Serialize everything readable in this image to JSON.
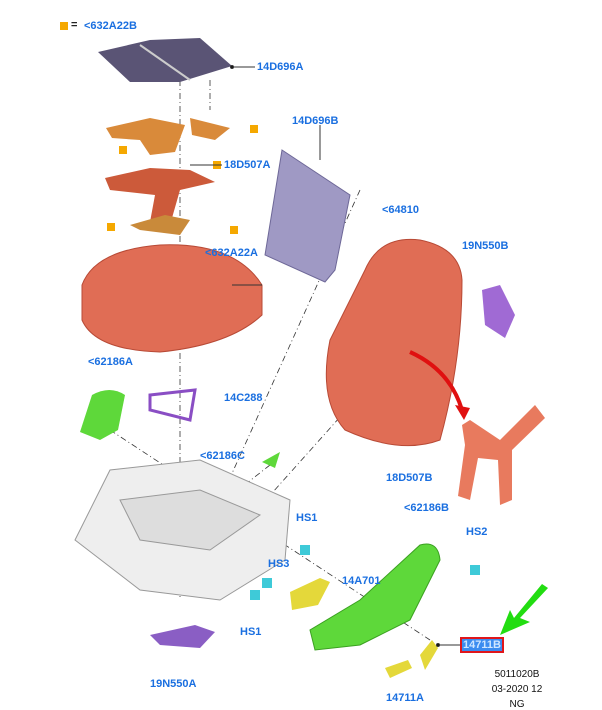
{
  "legend": {
    "symbol": "orange-square",
    "equals": "=",
    "label": "<632A22B"
  },
  "callouts": {
    "c14D696A": "14D696A",
    "c14D696B": "14D696B",
    "c18D507A": "18D507A",
    "c632A22A": "<632A22A",
    "c64810": "<64810",
    "c19N550B": "19N550B",
    "c62186A": "<62186A",
    "c14C288": "14C288",
    "c62186C": "<62186C",
    "c18D507B": "18D507B",
    "c62186B": "<62186B",
    "cHS1a": "HS1",
    "cHS2": "HS2",
    "cHS3": "HS3",
    "c14A701": "14A701",
    "cHS1b": "HS1",
    "c14711B": "14711B",
    "c19N550A": "19N550A",
    "c14711A": "14711A"
  },
  "footer": {
    "line1": "5011020B",
    "line2": "03-2020 12",
    "line3": "NG",
    "line4": "……"
  },
  "colors": {
    "accent": "#1a6fe0",
    "highlight": "#e0161b",
    "marker": "#f5a800",
    "arrow": "#22dd11"
  }
}
